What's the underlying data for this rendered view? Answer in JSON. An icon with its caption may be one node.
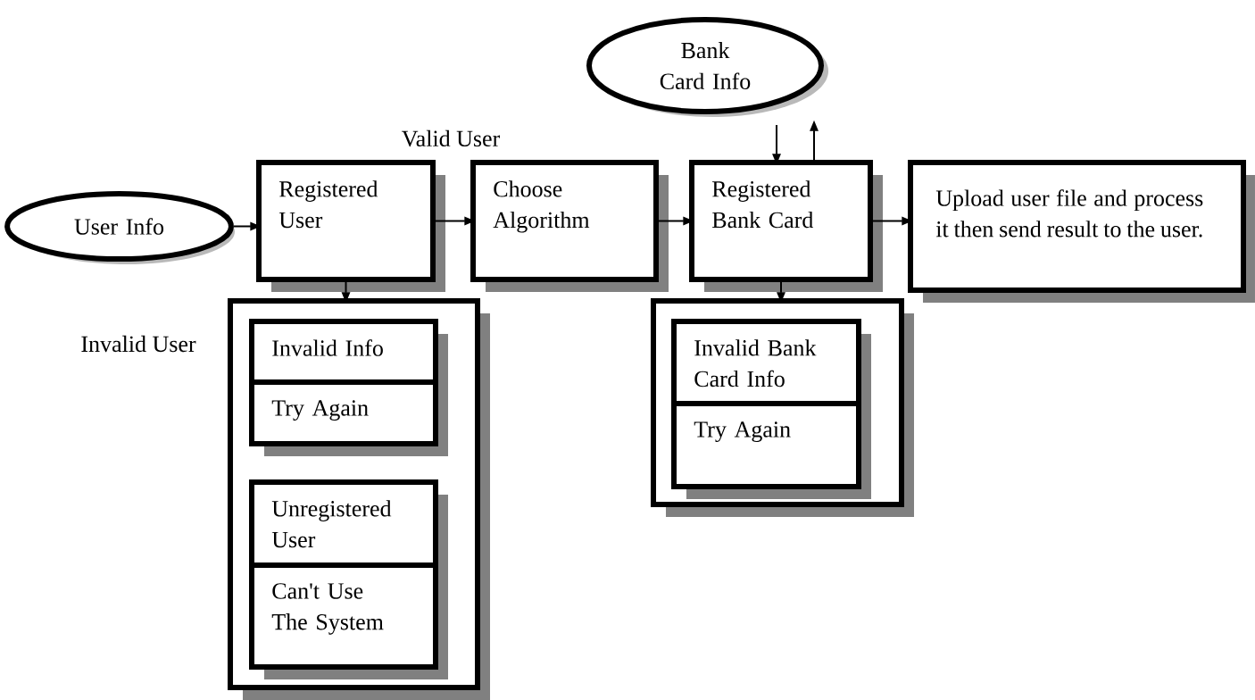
{
  "diagram": {
    "nodes": [
      {
        "text": [
          "User Info"
        ]
      },
      {
        "text": [
          "Registered User"
        ]
      },
      {
        "text": [
          "Choose Algorithm"
        ]
      },
      {
        "text": [
          "Registered Bank Card"
        ]
      },
      {
        "text": [
          "Upload user file and process it then send result to the user."
        ]
      },
      {
        "text": [
          "Bank Card Info"
        ]
      },
      {
        "text": [],
        "shape": "box"
      },
      {
        "text": [
          "Invalid Info",
          "Try Again"
        ],
        "in": 6
      },
      {
        "text": [
          "Unregistered User",
          "Can't Use The System"
        ],
        "in": 6
      },
      {
        "text": [],
        "shape": "box"
      },
      {
        "text": [
          "Invalid Bank Card Info",
          "Try Again"
        ],
        "in": 9
      }
    ],
    "edges": [
      {
        "from": 0,
        "to": 1,
        "arrow": "to"
      },
      {
        "from": 1,
        "to": 2,
        "arrow": "to"
      },
      {
        "from": 2,
        "to": 3,
        "arrow": "to"
      },
      {
        "from": 3,
        "to": 4,
        "arrow": "to"
      },
      {
        "from": 5,
        "to": 3,
        "arrow": "to"
      },
      {
        "from": 3,
        "to": 5,
        "arrow": "to"
      },
      {
        "from": 1,
        "to": 6,
        "arrow": "to"
      },
      {
        "from": 3,
        "to": 9,
        "arrow": "to"
      }
    ],
    "labels": [
      "Valid User",
      "Invalid User"
    ]
  }
}
